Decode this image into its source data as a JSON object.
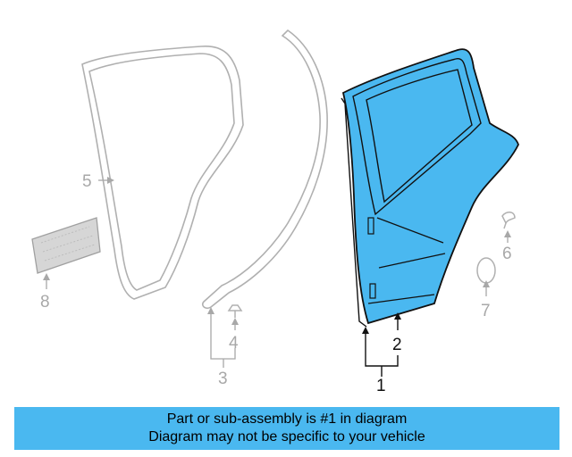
{
  "callouts": {
    "c1": "1",
    "c2": "2",
    "c3": "3",
    "c4": "4",
    "c5": "5",
    "c6": "6",
    "c7": "7",
    "c8": "8"
  },
  "colors": {
    "highlight": "#4ab8f0",
    "ghost": "#a8a8a8",
    "outline": "#111111"
  },
  "banner": {
    "line1": "Part or sub-assembly is #1 in diagram",
    "line2": "Diagram may not be specific to your vehicle"
  }
}
